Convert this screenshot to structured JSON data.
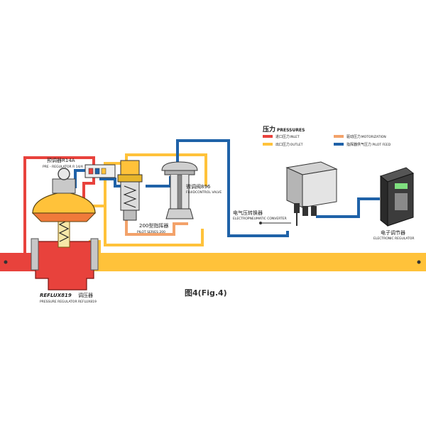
{
  "colors": {
    "inlet": "#e8423c",
    "outlet": "#ffc23a",
    "motorization": "#f3a26a",
    "pilot_feed": "#1f62a8",
    "equipment_gray": "#d8d8d8",
    "dark": "#333333"
  },
  "legend": {
    "title_zh": "压力",
    "title_en": "PRESSURES",
    "items": [
      {
        "key": "inlet",
        "zh": "进口压力",
        "en": "INLET",
        "color": "#e8423c"
      },
      {
        "key": "motorization",
        "zh": "驱动压力",
        "en": "MOTORIZATION",
        "color": "#f3a26a"
      },
      {
        "key": "outlet",
        "zh": "出口压力",
        "en": "OUTLET",
        "color": "#ffc23a"
      },
      {
        "key": "pilot_feed",
        "zh": "指挥器供气压力",
        "en": "PILOT FEED",
        "color": "#1f62a8"
      }
    ]
  },
  "components": {
    "pre_regulator": {
      "zh": "预调器R14A",
      "en": "PRE - REGULATOR R 14/A"
    },
    "pilot": {
      "zh": "200型指挥器",
      "en": "PILOT SERIES 200"
    },
    "fluidcontrol_valve": {
      "zh": "微调阀896",
      "en": "FLUIDCONTROL VALVE"
    },
    "converter": {
      "zh": "电气压转换器",
      "en": "ELECTROPNEUMATIC CONVERTER"
    },
    "electronic_regulator": {
      "zh": "电子调节器",
      "en": "ELECTRONIC REGULATOR"
    },
    "main_regulator": {
      "zh_model": "REFLUX819",
      "zh": "调压器",
      "en": "PRESSURE REGULATOR REFLUX819"
    }
  },
  "figure_caption": "图4(Fig.4)"
}
